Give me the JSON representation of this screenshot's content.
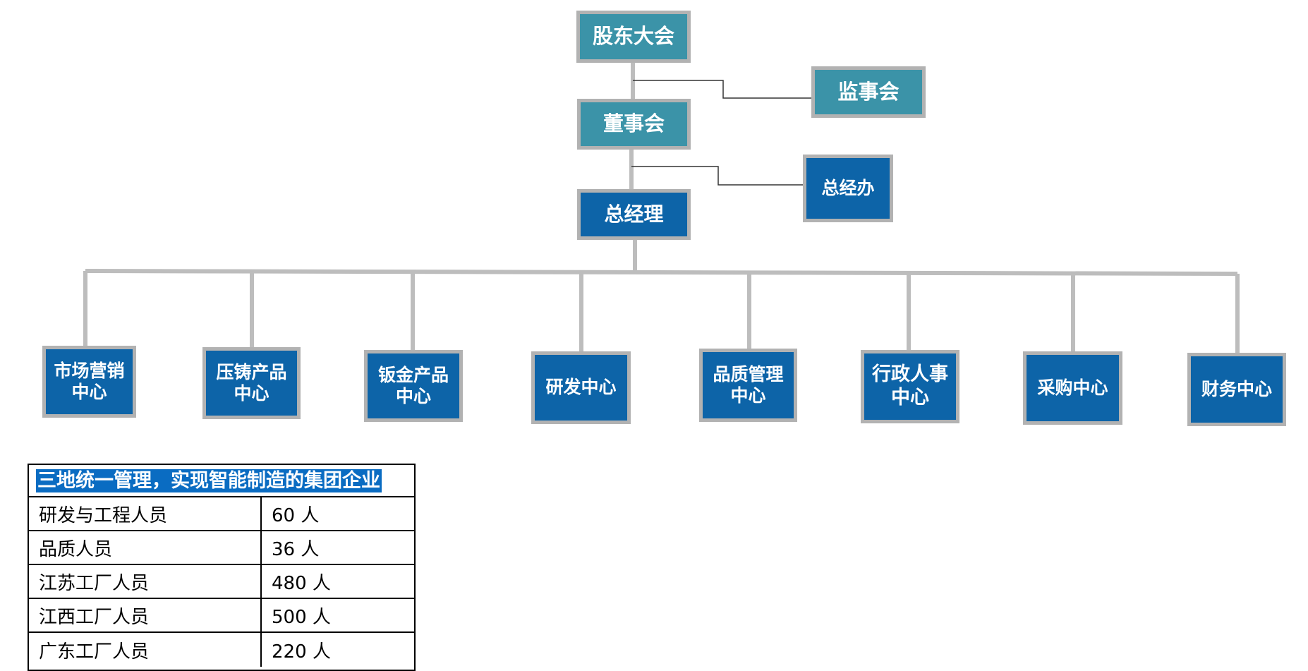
{
  "org": {
    "shareholders": "股东大会",
    "supervisors": "监事会",
    "board": "董事会",
    "gm_office": "总经办",
    "gm": "总经理",
    "departments": [
      {
        "line1": "市场营销",
        "line2": "中心"
      },
      {
        "line1": "压铸产品",
        "line2": "中心"
      },
      {
        "line1": "钣金产品",
        "line2": "中心"
      },
      {
        "line1": "研发中心",
        "line2": ""
      },
      {
        "line1": "品质管理",
        "line2": "中心"
      },
      {
        "line1": "行政人事",
        "line2": "中心"
      },
      {
        "line1": "采购中心",
        "line2": ""
      },
      {
        "line1": "财务中心",
        "line2": ""
      }
    ]
  },
  "staff_table": {
    "title": "三地统一管理，实现智能制造的集团企业",
    "rows": [
      {
        "label": "研发与工程人员",
        "value": "60 人"
      },
      {
        "label": "品质人员",
        "value": "36 人"
      },
      {
        "label": "江苏工厂人员",
        "value": "480 人"
      },
      {
        "label": "江西工厂人员",
        "value": "500 人"
      },
      {
        "label": "广东工厂人员",
        "value": "220 人"
      }
    ]
  },
  "colors": {
    "teal_box": "#3b93a8",
    "blue_box": "#0d64a8",
    "box_border": "#b2b2b2",
    "connector": "#bdbdbd",
    "thin_connector": "#333333"
  }
}
